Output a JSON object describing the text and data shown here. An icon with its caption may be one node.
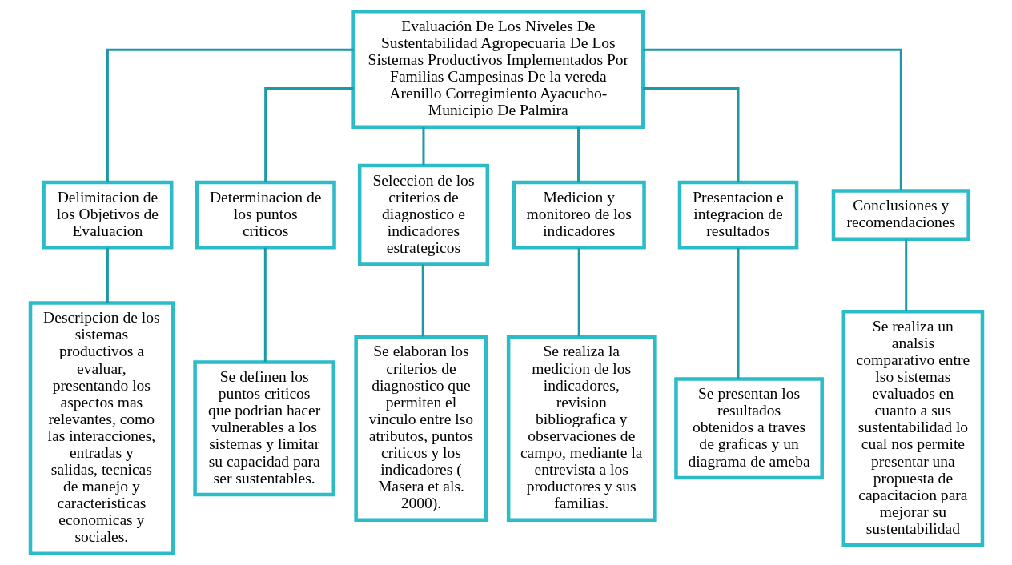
{
  "diagram": {
    "nodes": [
      {
        "text": [
          "Evaluación De Los Niveles De Sustentabilidad Agropecuaria De Los Sistemas Productivos Implementados Por Familias Campesinas De la vereda Arenillo Corregimiento Ayacucho- Municipio De Palmira"
        ]
      },
      {
        "text": [
          "Delimitacion de los Objetivos de Evaluacion"
        ]
      },
      {
        "text": [
          "Determinacion de los puntos criticos"
        ]
      },
      {
        "text": [
          "Seleccion de los criterios de diagnostico e indicadores estrategicos"
        ]
      },
      {
        "text": [
          "Medicion y monitoreo de los indicadores"
        ]
      },
      {
        "text": [
          "Presentacion e integracion de resultados"
        ]
      },
      {
        "text": [
          "Conclusiones y recomendaciones"
        ]
      },
      {
        "text": [
          "Descripcion de los sistemas productivos a evaluar, presentando los aspectos mas relevantes, como las interacciones, entradas y salidas, tecnicas de manejo y caracteristicas economicas y sociales."
        ]
      },
      {
        "text": [
          "Se definen los puntos criticos que podrian hacer vulnerables a los sistemas y limitar su capacidad para ser sustentables."
        ]
      },
      {
        "text": [
          "Se elaboran los criterios de diagnostico que permiten el vinculo entre lso atributos, puntos criticos y los indicadores ( Masera et als. 2000)."
        ]
      },
      {
        "text": [
          "Se realiza la medicion de los indicadores, revision bibliografica y observaciones de campo, mediante la entrevista a los productores y sus familias."
        ]
      },
      {
        "text": [
          "Se presentan los resultados obtenidos a traves de graficas y un diagrama de ameba"
        ]
      },
      {
        "text": [
          "Se realiza un analsis comparativo entre lso sistemas evaluados en cuanto a sus sustentabilidad lo cual nos permite presentar una propuesta de capacitacion para mejorar su sustentabilidad"
        ]
      }
    ],
    "edges": [
      {
        "from": 0,
        "to": 1,
        "arrow": "none"
      },
      {
        "from": 0,
        "to": 2,
        "arrow": "none"
      },
      {
        "from": 0,
        "to": 3,
        "arrow": "none"
      },
      {
        "from": 0,
        "to": 4,
        "arrow": "none"
      },
      {
        "from": 0,
        "to": 5,
        "arrow": "none"
      },
      {
        "from": 0,
        "to": 6,
        "arrow": "none"
      },
      {
        "from": 1,
        "to": 7,
        "arrow": "none"
      },
      {
        "from": 2,
        "to": 8,
        "arrow": "none"
      },
      {
        "from": 3,
        "to": 9,
        "arrow": "none"
      },
      {
        "from": 4,
        "to": 10,
        "arrow": "none"
      },
      {
        "from": 5,
        "to": 11,
        "arrow": "none"
      },
      {
        "from": 6,
        "to": 12,
        "arrow": "none"
      }
    ]
  }
}
